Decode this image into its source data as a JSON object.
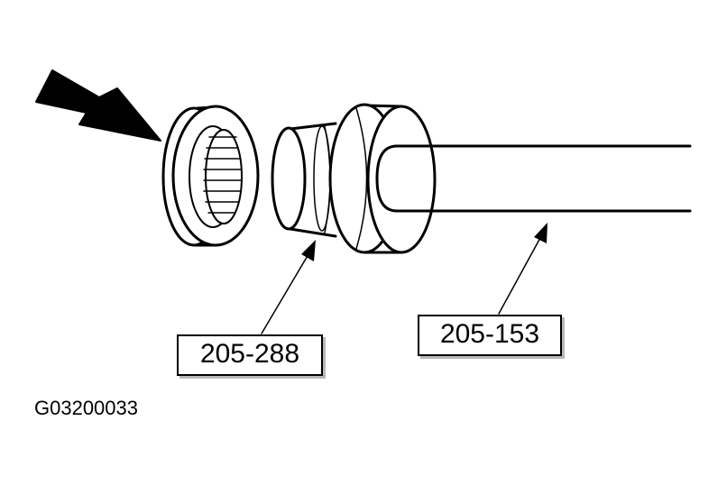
{
  "labels": {
    "tool_a": "205-288",
    "tool_b": "205-153"
  },
  "figure_id": "G03200033"
}
